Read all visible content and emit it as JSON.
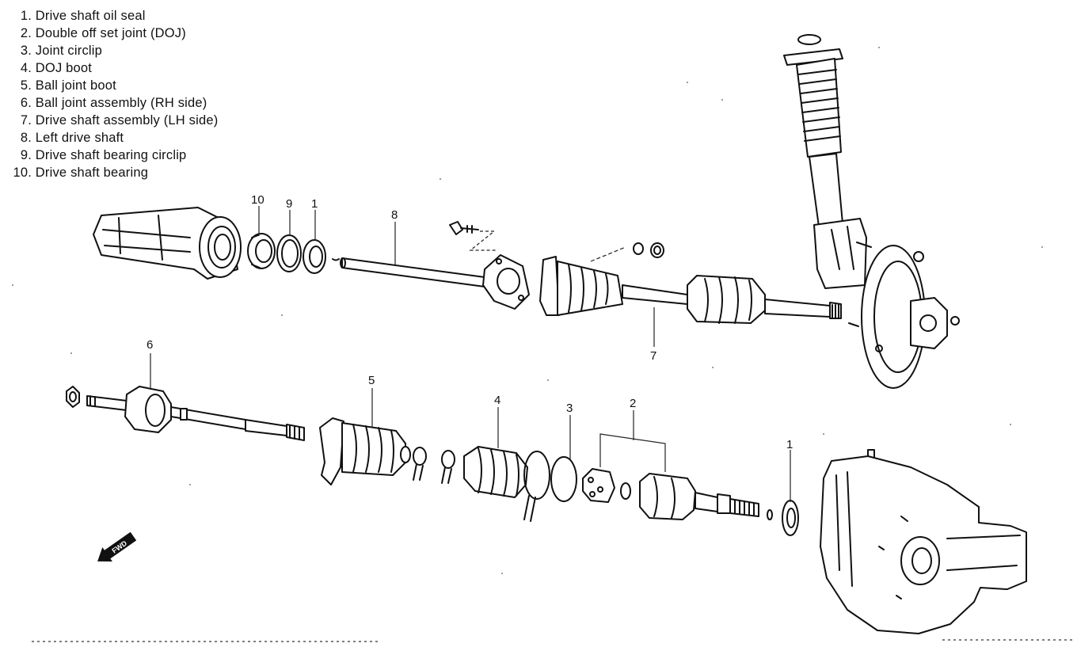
{
  "legend": [
    {
      "num": "1.",
      "text": "Drive shaft oil seal"
    },
    {
      "num": "2.",
      "text": "Double off set joint (DOJ)"
    },
    {
      "num": "3.",
      "text": "Joint circlip"
    },
    {
      "num": "4.",
      "text": "DOJ boot"
    },
    {
      "num": "5.",
      "text": "Ball joint boot"
    },
    {
      "num": "6.",
      "text": "Ball joint assembly (RH side)"
    },
    {
      "num": "7.",
      "text": "Drive shaft assembly (LH side)"
    },
    {
      "num": "8.",
      "text": "Left drive shaft"
    },
    {
      "num": "9.",
      "text": "Drive shaft bearing circlip"
    },
    {
      "num": "10.",
      "text": "Drive shaft bearing"
    }
  ],
  "callouts": {
    "c10": "10",
    "c9": "9",
    "c1_top": "1",
    "c8": "8",
    "c7": "7",
    "c6": "6",
    "c5": "5",
    "c4": "4",
    "c3": "3",
    "c2": "2",
    "c1_bottom": "1"
  },
  "fwd_label": "FWD"
}
